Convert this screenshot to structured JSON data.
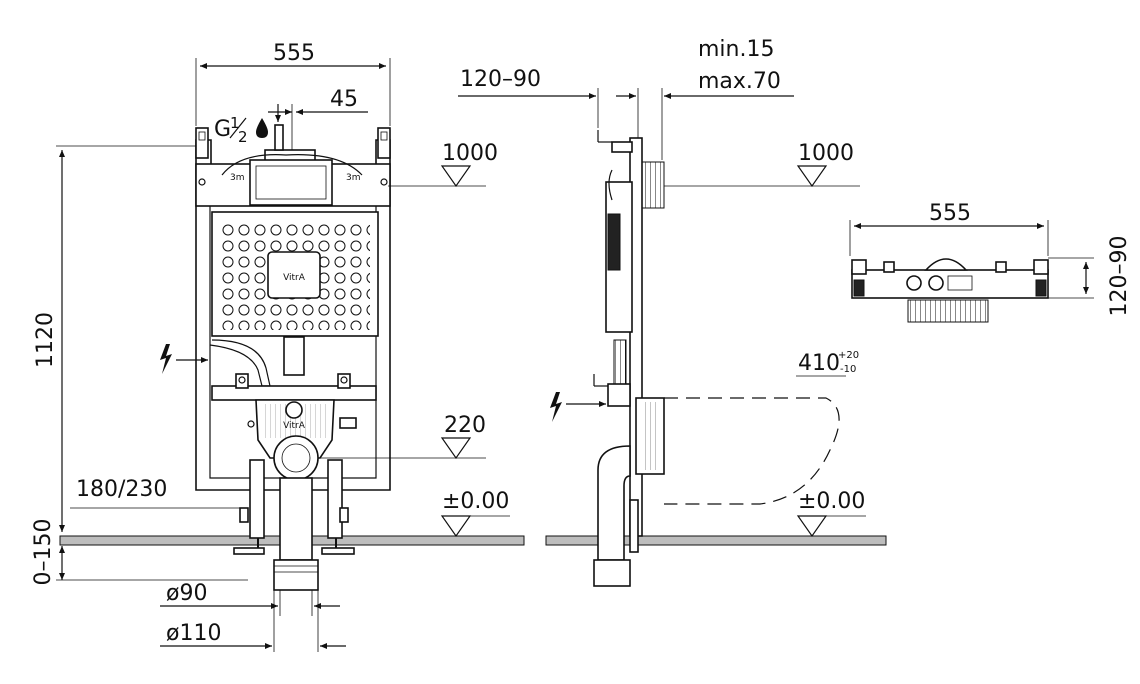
{
  "front_view": {
    "width_label": "555",
    "offset_label": "45",
    "thread_label_g": "G",
    "thread_label_frac_top": "1",
    "thread_label_frac_bottom": "2",
    "height_label": "1120",
    "level_top_label": "1000",
    "level_mid_label": "220",
    "level_floor_label": "±0.00",
    "foot_label": "180/230",
    "adjust_label": "0–150",
    "pipe_small_label": "ø90",
    "pipe_large_label": "ø110",
    "brand_label": "VitrA",
    "brand_small_label": "VitrA"
  },
  "side_view": {
    "depth_label": "120–90",
    "min_label": "min.15",
    "max_label": "max.70",
    "level_top_label": "1000",
    "projection_main": "410",
    "projection_plus": "+20",
    "projection_minus": "-10",
    "level_floor_label": "±0.00"
  },
  "top_view": {
    "width_label": "555",
    "depth_label": "120–90"
  },
  "icons": [
    "water-drop-icon",
    "electric-bolt-icon",
    "electric-bolt-icon"
  ]
}
